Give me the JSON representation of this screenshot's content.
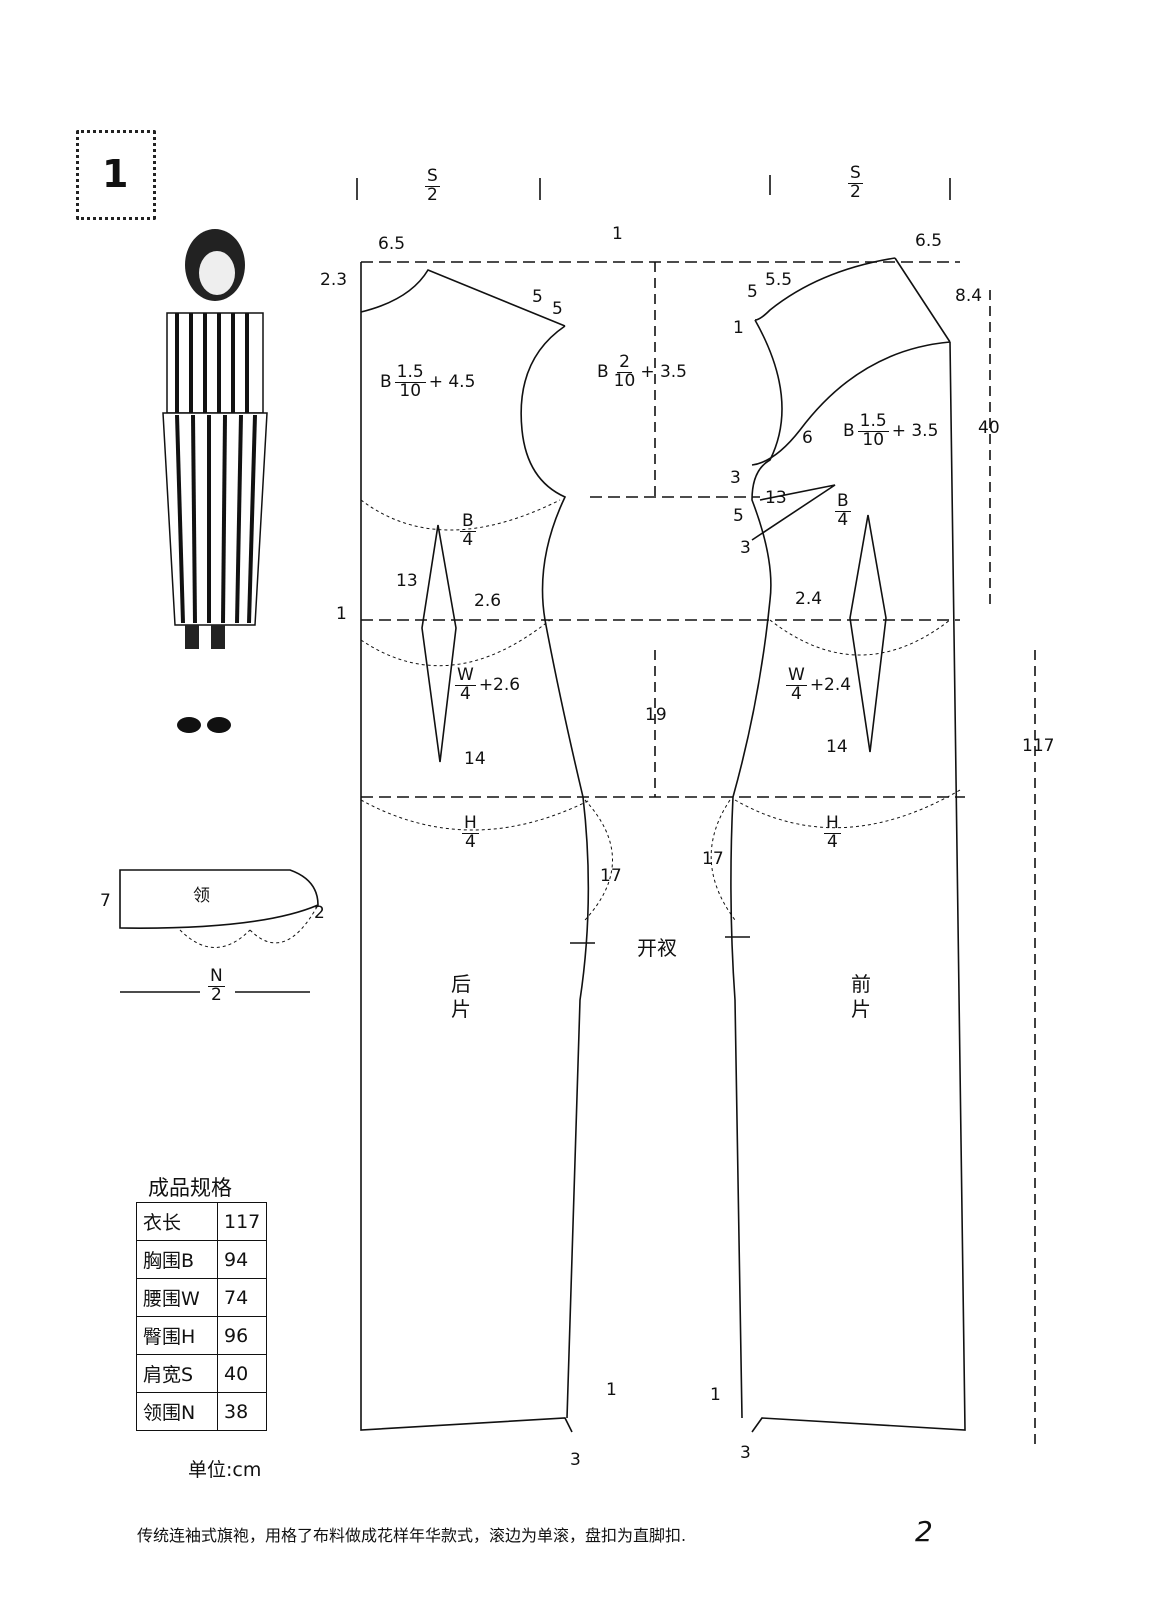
{
  "page": {
    "figure_number": "1",
    "caption": "传统连袖式旗袍，用格了布料做成花样年华款式，滚边为单滚，盘扣为直脚扣.",
    "footer_page": "2"
  },
  "pattern": {
    "shoulder_back": {
      "num": "S",
      "den": "2"
    },
    "shoulder_front": {
      "num": "S",
      "den": "2"
    },
    "dims": {
      "neck_w_back": "6.5",
      "neck_drop_back": "2.3",
      "neck_w_front": "6.5",
      "neck_drop_front": "8.4",
      "shoulder_slope_left": "5",
      "shoulder_slope_right": "5",
      "center_one": "1",
      "front_5": "5",
      "front_55": "5.5",
      "front_1": "1",
      "armhole_6": "6",
      "front_3a": "3",
      "front_13": "13",
      "front_5b": "5",
      "front_3b": "3",
      "back_13": "13",
      "back_26": "2.6",
      "back_1": "1",
      "back_14": "14",
      "front_24": "2.4",
      "front_14": "14",
      "waist_to_hip": "19",
      "hip_17_back": "17",
      "hip_17_front": "17",
      "side_40": "40",
      "length_117": "117",
      "hem_1_back": "1",
      "hem_3_back": "3",
      "hem_1_front": "1",
      "hem_3_front": "3"
    },
    "formulas": {
      "back_chest": {
        "prefix": "B",
        "num": "1.5",
        "den": "10",
        "suffix": "+ 4.5"
      },
      "mid_chest": {
        "prefix": "B",
        "num": "2",
        "den": "10",
        "suffix": "+ 3.5"
      },
      "front_chest": {
        "prefix": "B",
        "num": "1.5",
        "den": "10",
        "suffix": "+ 3.5"
      },
      "back_bust": {
        "num": "B",
        "den": "4"
      },
      "front_bust": {
        "num": "B",
        "den": "4"
      },
      "back_waist": {
        "num": "W",
        "den": "4",
        "suffix": "+2.6"
      },
      "front_waist": {
        "num": "W",
        "den": "4",
        "suffix": "+2.4"
      },
      "back_hip": {
        "num": "H",
        "den": "4"
      },
      "front_hip": {
        "num": "H",
        "den": "4"
      }
    },
    "texts": {
      "slit": "开衩",
      "back_piece": "后\n片",
      "front_piece": "前\n片"
    },
    "collar": {
      "label": "领",
      "height": "7",
      "tip": "2",
      "length": {
        "num": "N",
        "den": "2"
      }
    }
  },
  "spec_table": {
    "title": "成品规格",
    "rows": [
      {
        "key": "衣长",
        "value": "117"
      },
      {
        "key": "胸围B",
        "value": "94"
      },
      {
        "key": "腰围W",
        "value": "74"
      },
      {
        "key": "臀围H",
        "value": "96"
      },
      {
        "key": "肩宽S",
        "value": "40"
      },
      {
        "key": "领围N",
        "value": "38"
      }
    ],
    "unit": "单位:cm"
  }
}
